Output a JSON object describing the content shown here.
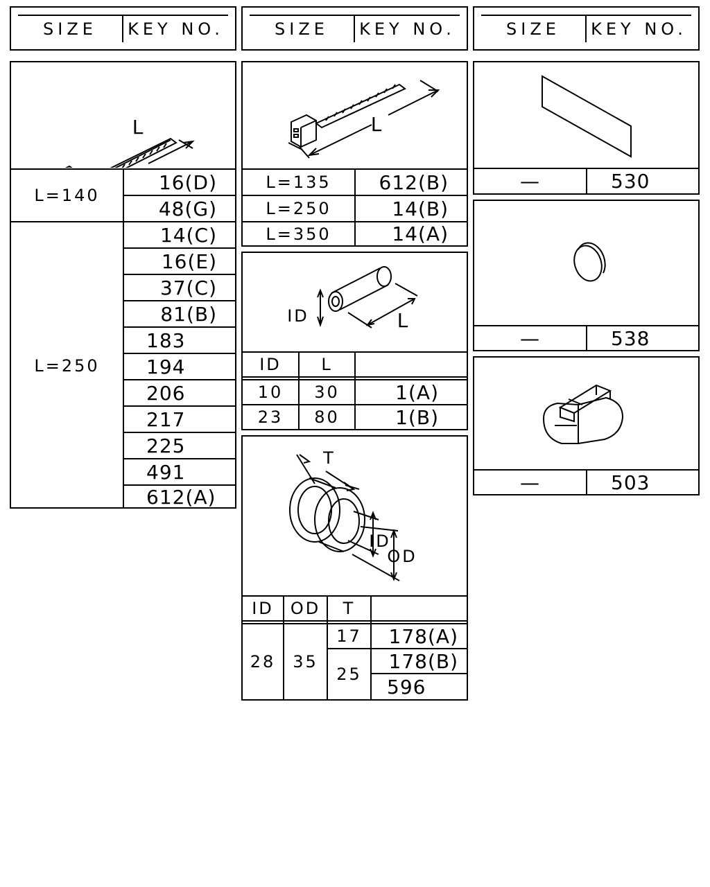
{
  "headers": [
    {
      "size": "SIZE",
      "key": "KEY NO."
    },
    {
      "size": "SIZE",
      "key": "KEY NO."
    },
    {
      "size": "SIZE",
      "key": "KEY NO."
    }
  ],
  "tie_a": {
    "dim_label": "L",
    "groups": [
      {
        "size": "L=140",
        "keys": [
          "16(D)",
          "48(G)"
        ]
      },
      {
        "size": "L=250",
        "keys": [
          "14(C)",
          "16(E)",
          "37(C)",
          "81(B)",
          "183",
          "194",
          "206",
          "217",
          "225",
          "491",
          "612(A)"
        ]
      }
    ]
  },
  "tie_b": {
    "dim_label": "L",
    "rows": [
      {
        "size": "L=135",
        "key": "612(B)"
      },
      {
        "size": "L=250",
        "key": "14(B)"
      },
      {
        "size": "L=350",
        "key": "14(A)"
      }
    ]
  },
  "tube": {
    "dim_id": "ID",
    "dim_l": "L",
    "headers": [
      "ID",
      "L"
    ],
    "rows": [
      {
        "id": "10",
        "l": "30",
        "key": "1(A)"
      },
      {
        "id": "23",
        "l": "80",
        "key": "1(B)"
      }
    ]
  },
  "grommet": {
    "dim_t": "T",
    "dim_id": "ID",
    "dim_od": "OD",
    "headers": [
      "ID",
      "OD",
      "T"
    ],
    "id": "28",
    "od": "35",
    "t1": "17",
    "t2": "25",
    "keys": [
      "178(A)",
      "178(B)",
      "596"
    ]
  },
  "tape": {
    "size": "—",
    "key": "530"
  },
  "disc": {
    "size": "—",
    "key": "538"
  },
  "clip": {
    "size": "—",
    "key": "503"
  }
}
